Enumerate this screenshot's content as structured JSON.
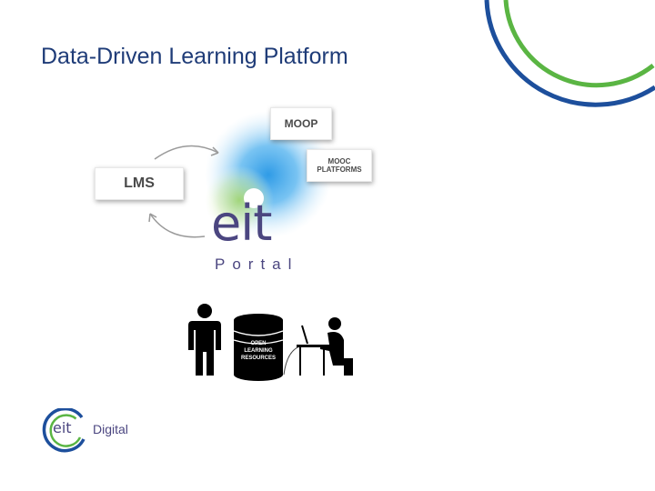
{
  "slide": {
    "title": "Data-Driven Learning Platform"
  },
  "diagram": {
    "lms_label": "LMS",
    "moop_label": "MOOP",
    "mooc_label_line1": "MOOC",
    "mooc_label_line2": "PLATFORMS",
    "eit_wordmark": "eit",
    "portal_word": "Portal",
    "database_line1": "OPEN",
    "database_line2": "LEARNING",
    "database_line3": "RESOURCES"
  },
  "logo": {
    "eit": "eit",
    "word": "Digital"
  },
  "colors": {
    "title": "#1f3c78",
    "brand_blue": "#1d4f9c",
    "brand_green": "#5ab543",
    "portal_purple": "#4b4680",
    "glow_blue": "#2f9be6"
  }
}
